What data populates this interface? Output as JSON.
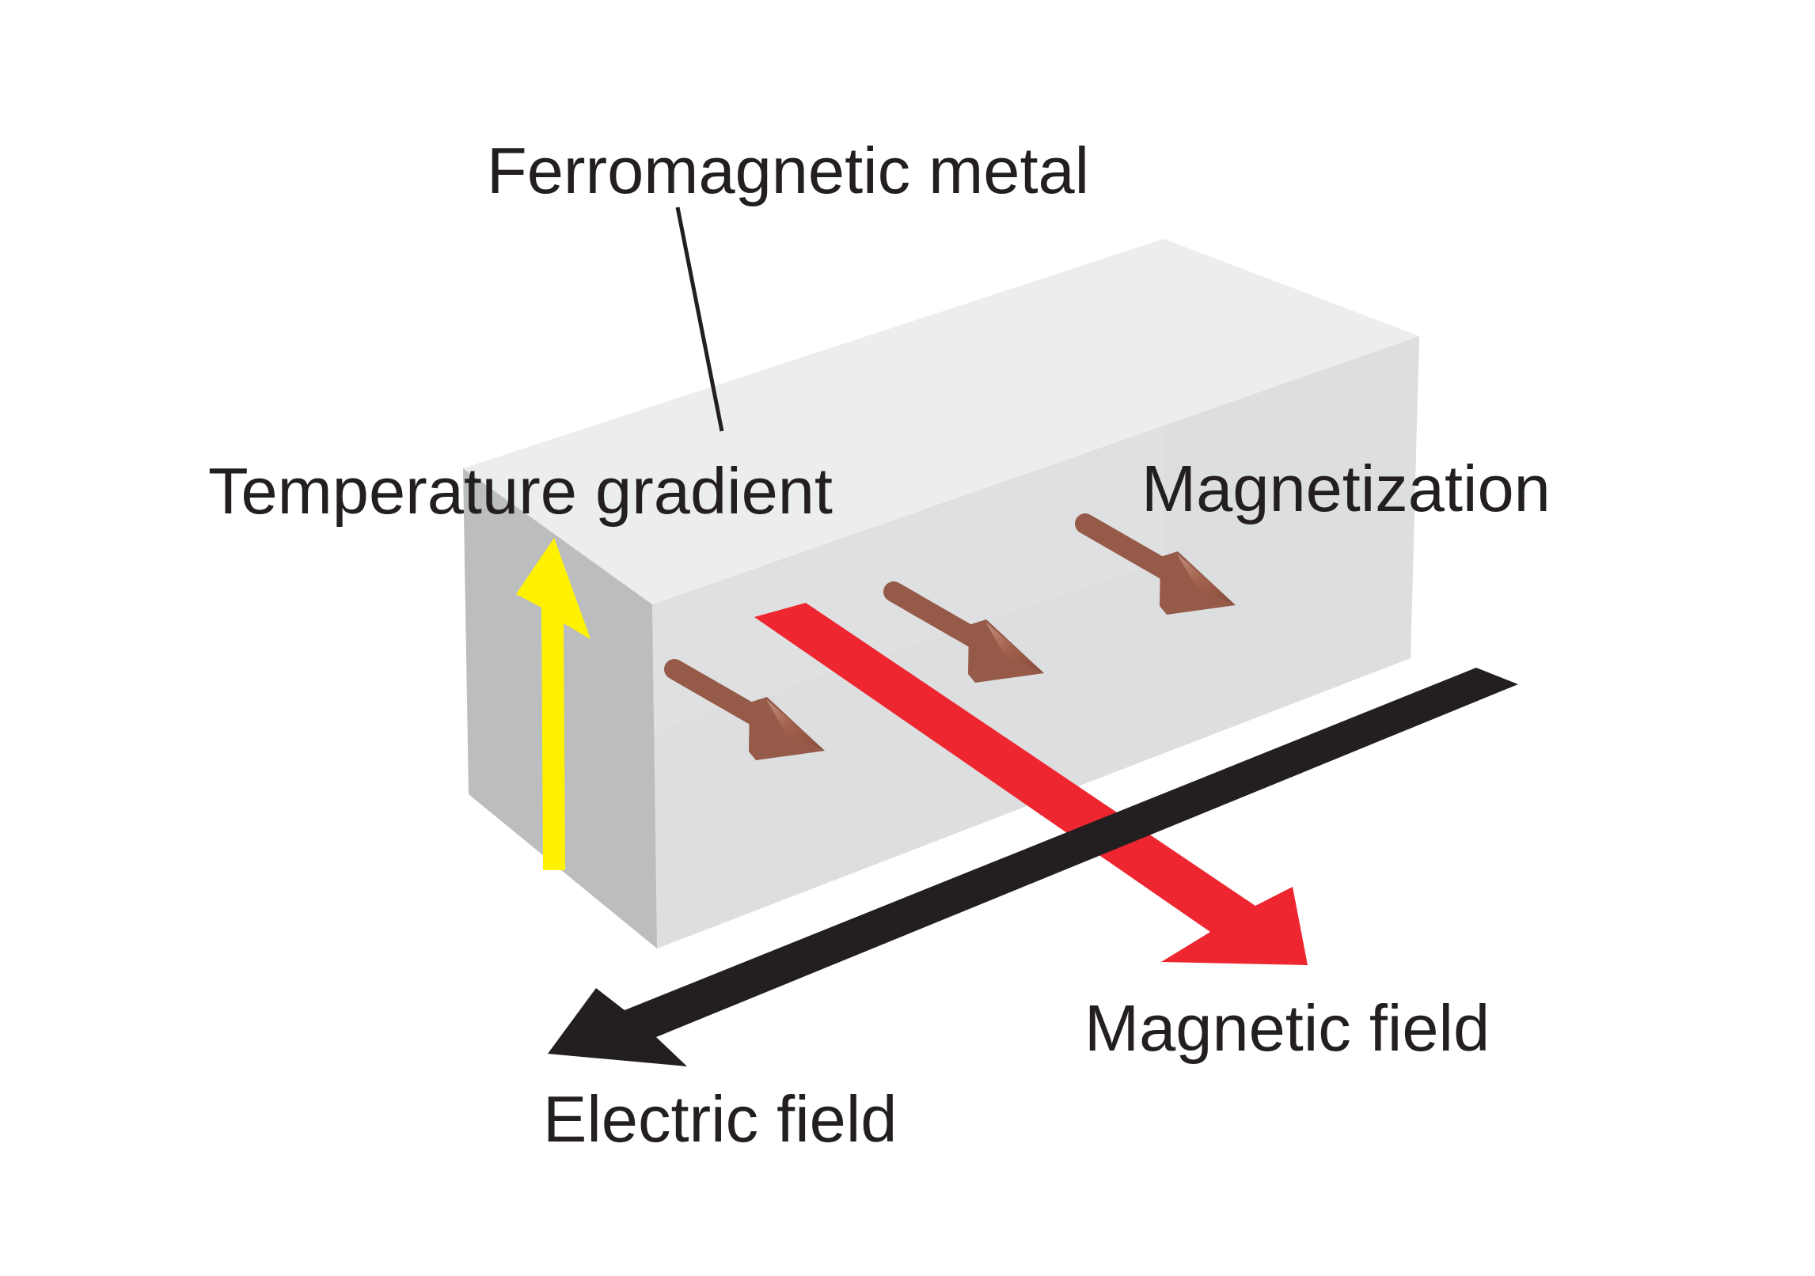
{
  "labels": {
    "ferromagnetic_metal": "Ferromagnetic metal",
    "temperature_gradient": "Temperature gradient",
    "magnetization": "Magnetization",
    "magnetic_field": "Magnetic field",
    "electric_field": "Electric field"
  },
  "colors": {
    "background": "#ffffff",
    "block_top": "#eceded",
    "block_left": "#bcbdbf",
    "block_front": "#dcdddf",
    "block_back": "#e2e3e4",
    "temperature_arrow": "#fff200",
    "magnetic_field_arrow": "#ed2630",
    "electric_field_arrow": "#231f20",
    "magnetization_arrow": "#955a48",
    "text": "#231f20"
  },
  "icons": {
    "magnetization": "spin-cone-arrow"
  }
}
